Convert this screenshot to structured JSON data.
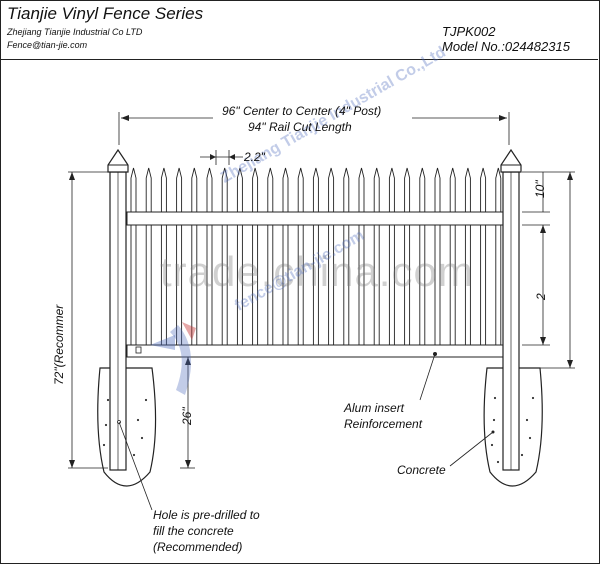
{
  "header": {
    "title": "Tianjie Vinyl Fence Series",
    "company": "Zhejiang Tianjie Industrial Co LTD",
    "email": "Fence@tian-jie.com",
    "code": "TJPK002",
    "model": "Model No.:024482315"
  },
  "dimensions": {
    "center_to_center": "96\" Center to Center (4\" Post)",
    "rail_cut": "94\" Rail Cut Length",
    "picket_spacing": "2.2\"",
    "top_gap": "10\"",
    "mid_height": "2",
    "overall_height": "72\"(Recommer",
    "bottom_depth": "26\""
  },
  "callouts": {
    "alum": "Alum insert",
    "reinforcement": "Reinforcement",
    "concrete": "Concrete",
    "hole_line1": "Hole is pre-drilled to",
    "hole_line2": "fill the concrete",
    "hole_line3": "(Recommended)"
  },
  "watermark": {
    "main": "trade.china.com",
    "company": "Zhejiang Tianjie Industrial Co.,Ltd",
    "email": "fence@tian-jie.com"
  }
}
